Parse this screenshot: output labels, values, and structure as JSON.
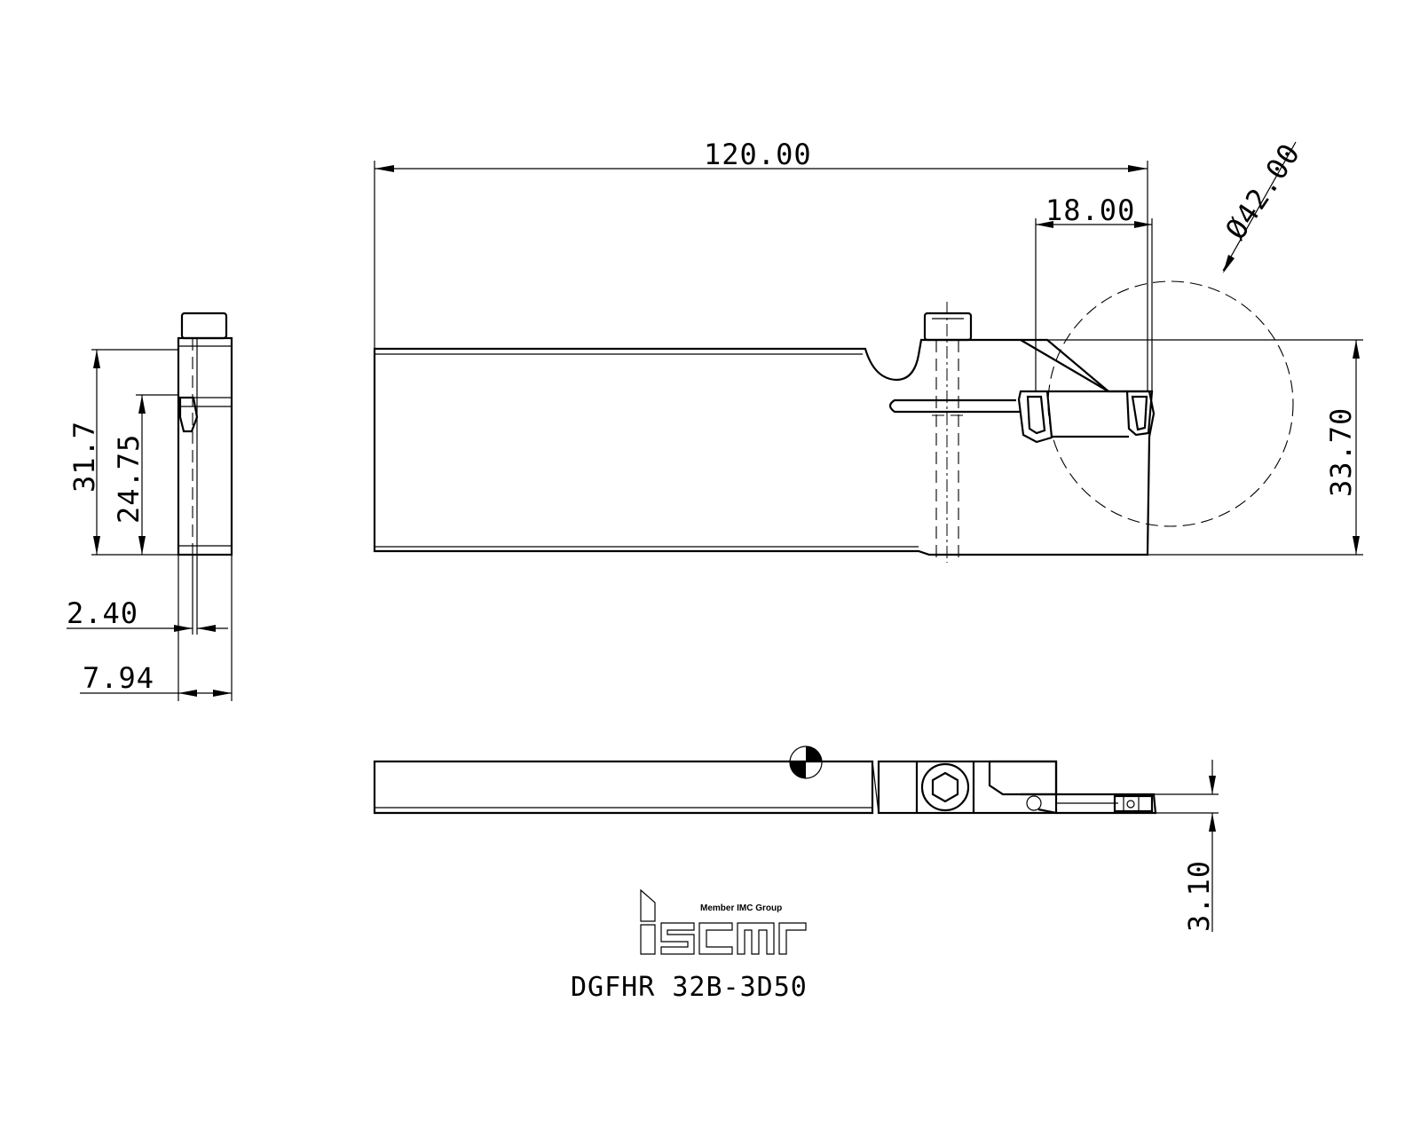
{
  "dimensions": {
    "overall_length": "120.00",
    "insert_offset": "18.00",
    "diameter": "Ø42.00",
    "height": "33.70",
    "side_height": "31.7",
    "side_height_inner": "24.75",
    "width_small": "2.40",
    "width_total": "7.94",
    "offset_bottom": "3.10"
  },
  "logo": {
    "tagline": "Member IMC Group",
    "brand": "iscar"
  },
  "title": {
    "part_number": "DGFHR 32B-3D50"
  },
  "colors": {
    "line": "#000000",
    "background": "#ffffff"
  }
}
